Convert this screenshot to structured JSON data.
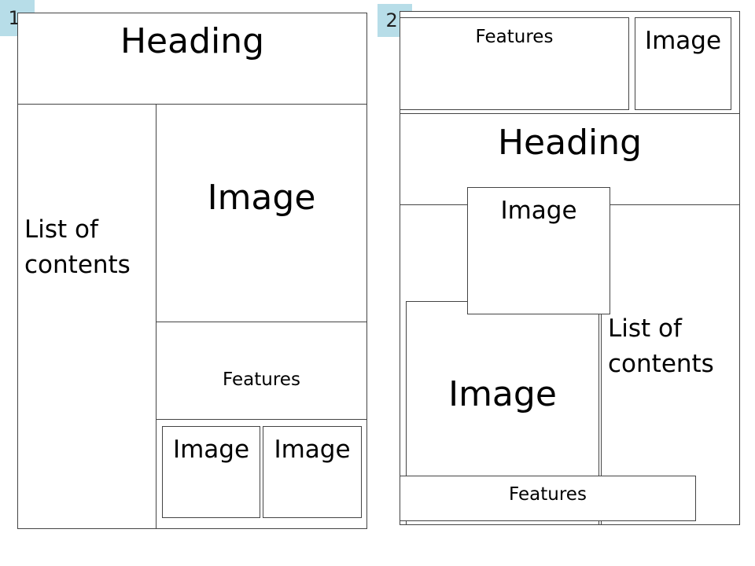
{
  "layout_1": {
    "number": "1.",
    "heading": "Heading",
    "list_of_contents": "List of\ncontents",
    "image_main": "Image",
    "features": "Features",
    "image_bottom_left": "Image",
    "image_bottom_right": "Image"
  },
  "layout_2": {
    "number": "2.",
    "features_top": "Features",
    "image_top": "Image",
    "heading": "Heading",
    "image_overlap": "Image",
    "image_large": "Image",
    "list_of_contents": "List of\ncontents",
    "features_bottom": "Features"
  },
  "colors": {
    "badge_background": "#b7dde8",
    "border": "#444444"
  }
}
